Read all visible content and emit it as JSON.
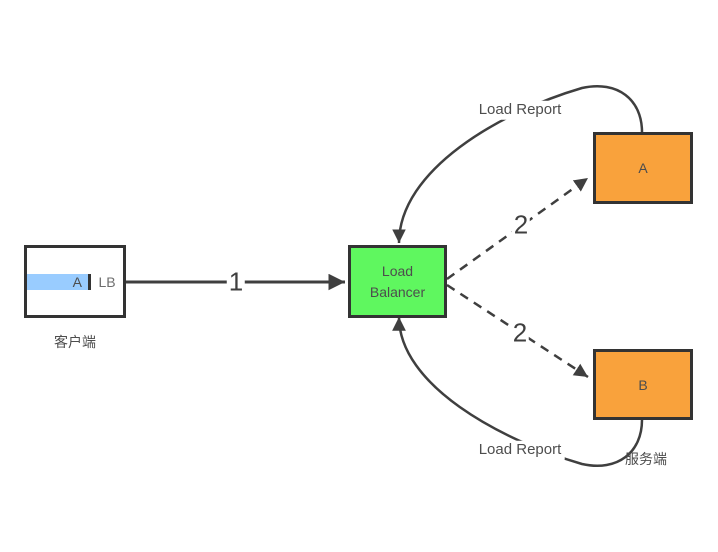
{
  "diagram_title": "load-balancer-flow",
  "colors": {
    "bg": "#ffffff",
    "border": "#333333",
    "line": "#3f3f3f",
    "client_blue": "#99ccff",
    "lb_green": "#5ff75f",
    "server_orange": "#f9a23c",
    "text_dark": "#4d4d4d",
    "label_bg": "#ffffff"
  },
  "client": {
    "app_label": "A",
    "lb_label": "LB",
    "caption": "客户端"
  },
  "load_balancer": {
    "label": "Load Balancer"
  },
  "servers": {
    "a_label": "A",
    "b_label": "B",
    "caption": "服务端"
  },
  "edges": {
    "request": {
      "label": "1",
      "style": "solid-arrow"
    },
    "dispatch_a": {
      "label": "2",
      "style": "dashed-arrow"
    },
    "dispatch_b": {
      "label": "2",
      "style": "dashed-arrow"
    },
    "report_from_a": {
      "label": "Load Report",
      "style": "curved-arrow"
    },
    "report_from_b": {
      "label": "Load Report",
      "style": "curved-arrow"
    }
  }
}
